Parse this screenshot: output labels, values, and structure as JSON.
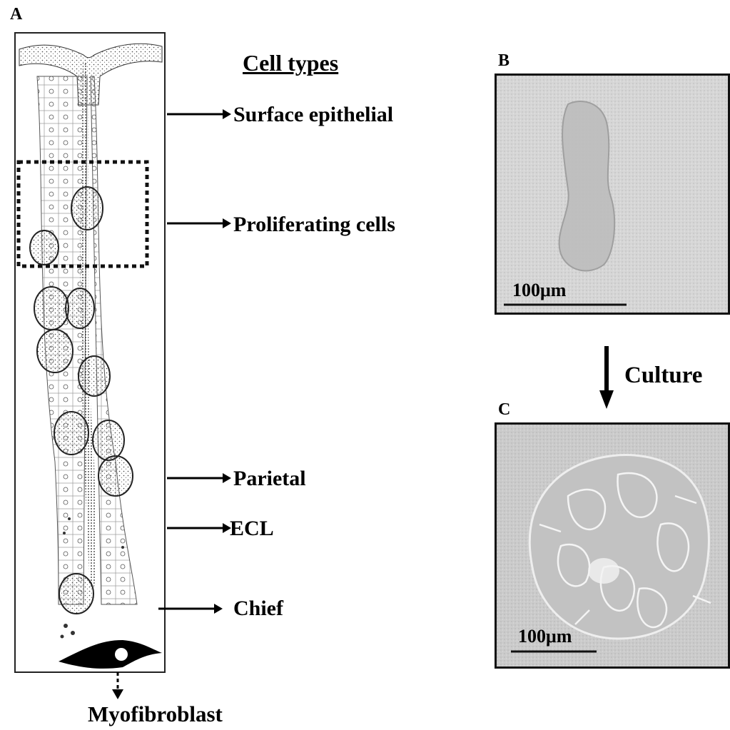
{
  "figure": {
    "panel_a": {
      "letter": "A",
      "heading": "Cell types",
      "cell_labels": [
        "Surface epithelial",
        "Proliferating cells",
        "Parietal",
        "ECL",
        "Chief"
      ],
      "bottom_label": "Myofibroblast"
    },
    "panel_b": {
      "letter": "B",
      "scale_bar": "100μm"
    },
    "arrow_label": "Culture",
    "panel_c": {
      "letter": "C",
      "scale_bar": "100μm"
    }
  }
}
